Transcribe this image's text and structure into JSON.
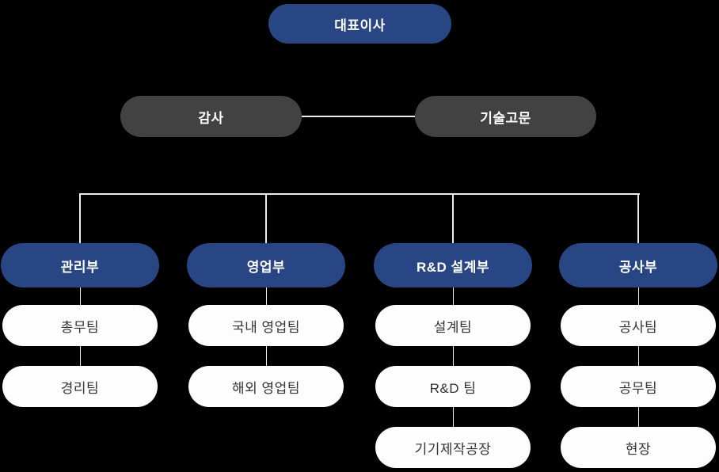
{
  "colors": {
    "background": "#000000",
    "primary_pill": "#284683",
    "secondary_pill": "#424242",
    "team_pill": "#fdfdfd",
    "team_text": "#333333",
    "pill_text": "#ffffff",
    "connector_line": "#ececec"
  },
  "chart": {
    "type": "org-chart",
    "ceo": {
      "label": "대표이사"
    },
    "staff": [
      {
        "label": "감사"
      },
      {
        "label": "기술고문"
      }
    ],
    "departments": [
      {
        "label": "관리부",
        "teams": [
          "총무팀",
          "경리팀"
        ]
      },
      {
        "label": "영업부",
        "teams": [
          "국내 영업팀",
          "해외 영업팀"
        ]
      },
      {
        "label": "R&D 설계부",
        "teams": [
          "설계팀",
          "R&D 팀",
          "기기제작공장"
        ]
      },
      {
        "label": "공사부",
        "teams": [
          "공사팀",
          "공무팀",
          "현장"
        ]
      }
    ]
  }
}
